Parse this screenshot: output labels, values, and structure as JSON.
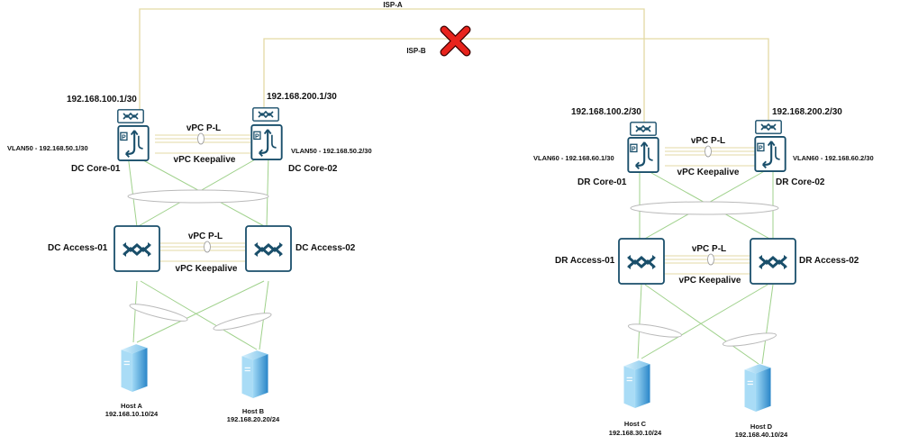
{
  "isp": {
    "isp_a_label": "ISP-A",
    "isp_b_label": "ISP-B",
    "isp_b_status": "down"
  },
  "dc": {
    "core1": {
      "name": "DC Core-01",
      "wan_ip": "192.168.100.1/30",
      "vlan_ip": "VLAN50 - 192.168.50.1/30"
    },
    "core2": {
      "name": "DC Core-02",
      "wan_ip": "192.168.200.1/30",
      "vlan_ip": "VLAN50 - 192.168.50.2/30"
    },
    "core_peer_link": "vPC P-L",
    "core_keepalive": "vPC Keepalive",
    "access1": {
      "name": "DC Access-01"
    },
    "access2": {
      "name": "DC Access-02"
    },
    "access_peer_link": "vPC P-L",
    "access_keepalive": "vPC Keepalive",
    "host_a": {
      "name": "Host A",
      "ip": "192.168.10.10/24"
    },
    "host_b": {
      "name": "Host B",
      "ip": "192.168.20.20/24"
    }
  },
  "dr": {
    "core1": {
      "name": "DR Core-01",
      "wan_ip": "192.168.100.2/30",
      "vlan_ip": "VLAN60 - 192.168.60.1/30"
    },
    "core2": {
      "name": "DR Core-02",
      "wan_ip": "192.168.200.2/30",
      "vlan_ip": "VLAN60 - 192.168.60.2/30"
    },
    "core_peer_link": "vPC P-L",
    "core_keepalive": "vPC Keepalive",
    "access1": {
      "name": "DR Access-01"
    },
    "access2": {
      "name": "DR Access-02"
    },
    "access_peer_link": "vPC P-L",
    "access_keepalive": "vPC Keepalive",
    "host_c": {
      "name": "Host C",
      "ip": "192.168.30.10/24"
    },
    "host_d": {
      "name": "Host D",
      "ip": "192.168.40.10/24"
    }
  },
  "colors": {
    "device_border": "#1a4f6b",
    "device_icon": "#1a4f6b",
    "wan_link": "#e3d9a4",
    "uplink": "#9fd18b",
    "server_light": "#8fd0f2",
    "server_dark": "#2f8fd0",
    "failure": "#e8231c"
  }
}
